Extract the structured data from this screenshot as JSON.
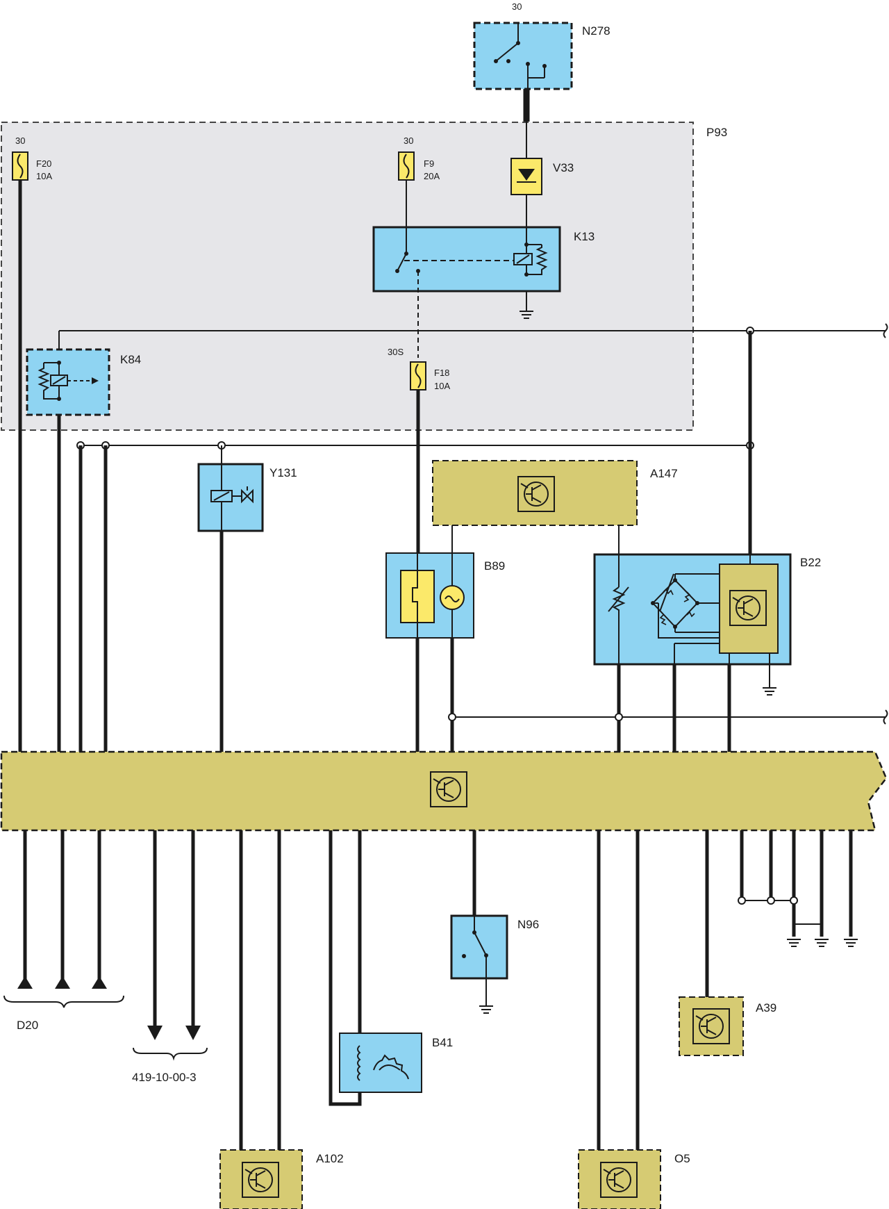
{
  "components": {
    "N278": "N278",
    "P93": "P93",
    "V33": "V33",
    "K13": "K13",
    "K84": "K84",
    "Y131": "Y131",
    "A147": "A147",
    "B89": "B89",
    "B22": "B22",
    "N96": "N96",
    "A39": "A39",
    "B41": "B41",
    "A102": "A102",
    "O5": "O5",
    "D20": "D20",
    "ref": "419-10-00-3"
  },
  "fuses": {
    "F20": {
      "name": "F20",
      "rating": "10A",
      "terminal": "30"
    },
    "F9": {
      "name": "F9",
      "rating": "20A",
      "terminal": "30"
    },
    "F18": {
      "name": "F18",
      "rating": "10A",
      "terminal": "30S"
    }
  },
  "terminals": {
    "n278_top": "30"
  },
  "colors": {
    "component_blue": "#8fd4f2",
    "module_olive": "#d6cb73",
    "fuse_yellow": "#fbe96a",
    "fusebox_grey": "#e6e6e9"
  }
}
